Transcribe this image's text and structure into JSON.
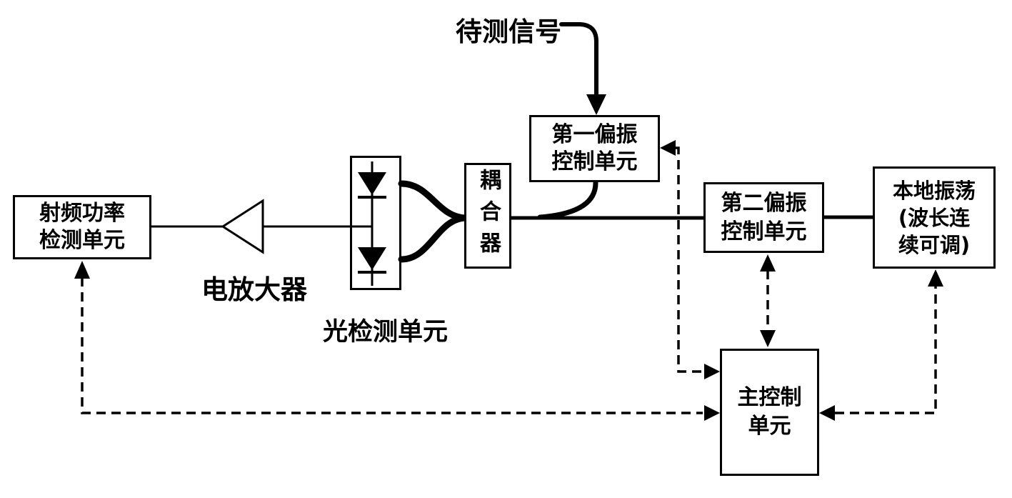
{
  "diagram": {
    "type": "patent-block-diagram",
    "colors": {
      "line": "#000000",
      "background": "#ffffff"
    },
    "labels": {
      "signal_under_test": "待测信号",
      "electrical_amplifier": "电放大器",
      "optical_detection_unit": "光检测单元"
    },
    "boxes": {
      "rf_power_detection": {
        "lines": [
          "射频功率",
          "检测单元"
        ]
      },
      "coupler": {
        "text": "耦合器"
      },
      "first_polarization_control": {
        "lines": [
          "第一偏振",
          "控制单元"
        ]
      },
      "second_polarization_control": {
        "lines": [
          "第二偏振",
          "控制单元"
        ]
      },
      "local_oscillator": {
        "lines": [
          "本地振荡",
          "(波长连",
          "续可调)"
        ]
      },
      "main_control": {
        "lines": [
          "主控制",
          "单元"
        ]
      }
    },
    "symbols": {
      "photodetector": "balanced-dual-photodiode",
      "amplifier": "left-pointing-triangle"
    },
    "connections": {
      "solid": [
        "待测信号 → 第一偏振控制单元",
        "第一偏振控制单元 → 耦合器",
        "耦合器 ↔ 第二偏振控制单元",
        "第二偏振控制单元 ↔ 本地振荡",
        "耦合器 → 光检测单元 (双光纤)",
        "光检测单元 → 电放大器 → 射频功率检测单元"
      ],
      "dashed": [
        "主控制单元 ↔ 第一偏振控制单元",
        "主控制单元 ↔ 第二偏振控制单元",
        "主控制单元 ↔ 本地振荡",
        "主控制单元 ↔ 射频功率检测单元"
      ]
    }
  }
}
